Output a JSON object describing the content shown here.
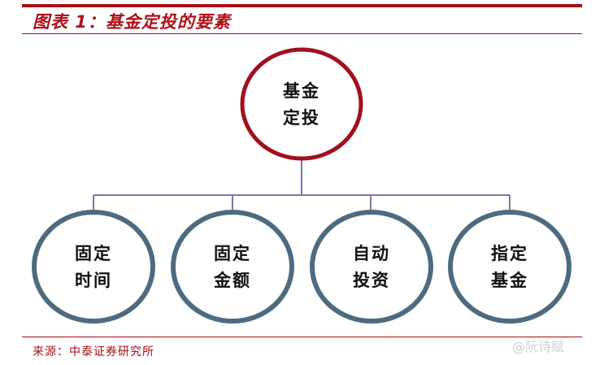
{
  "header": {
    "title": "图表 1：基金定投的要素"
  },
  "diagram": {
    "root": {
      "line1": "基金",
      "line2": "定投",
      "border_color": "#a0101e"
    },
    "children": [
      {
        "line1": "固定",
        "line2": "时间"
      },
      {
        "line1": "固定",
        "line2": "金额"
      },
      {
        "line1": "自动",
        "line2": "投资"
      },
      {
        "line1": "指定",
        "line2": "基金"
      }
    ],
    "child_border_color": "#4d6b80",
    "connector_color": "#7a7aa6"
  },
  "footer": {
    "source": "来源：中泰证券研究所",
    "watermark": "@阮诗赋"
  }
}
